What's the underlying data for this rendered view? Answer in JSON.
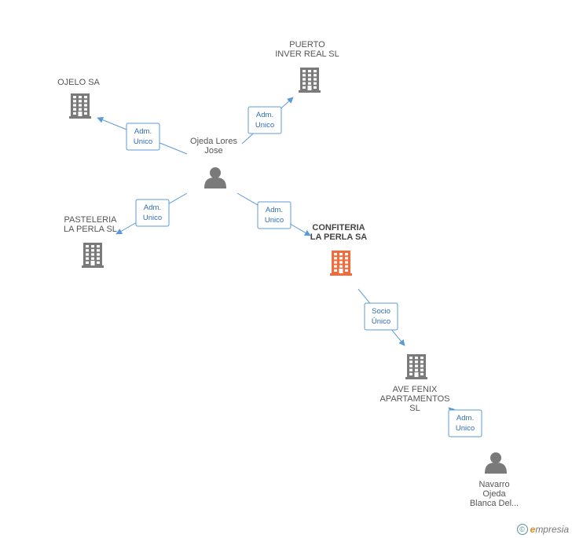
{
  "colors": {
    "edge": "#5b9bd5",
    "node": "#7a7a7a",
    "highlight": "#f26b3a",
    "badge_text": "#2f6db5"
  },
  "nodes": [
    {
      "id": "jose",
      "kind": "person",
      "lines": [
        "Ojeda Lores",
        "Jose"
      ]
    },
    {
      "id": "puerto",
      "kind": "company",
      "lines": [
        "PUERTO",
        "INVER REAL SL"
      ]
    },
    {
      "id": "ojelo",
      "kind": "company",
      "lines": [
        "OJELO SA"
      ]
    },
    {
      "id": "pasteleria",
      "kind": "company",
      "lines": [
        "PASTELERIA",
        "LA PERLA SL"
      ]
    },
    {
      "id": "confiteria",
      "kind": "company",
      "highlight": true,
      "lines": [
        "CONFITERIA",
        "LA PERLA SA"
      ]
    },
    {
      "id": "avefenix",
      "kind": "company",
      "lines": [
        "AVE FENIX",
        "APARTAMENTOS",
        "SL"
      ]
    },
    {
      "id": "navarro",
      "kind": "person",
      "lines": [
        "Navarro",
        "Ojeda",
        "Blanca Del..."
      ]
    }
  ],
  "edges": [
    {
      "from": "jose",
      "to": "puerto",
      "label": [
        "Adm.",
        "Unico"
      ]
    },
    {
      "from": "jose",
      "to": "ojelo",
      "label": [
        "Adm.",
        "Unico"
      ]
    },
    {
      "from": "jose",
      "to": "pasteleria",
      "label": [
        "Adm.",
        "Unico"
      ]
    },
    {
      "from": "jose",
      "to": "confiteria",
      "label": [
        "Adm.",
        "Unico"
      ]
    },
    {
      "from": "confiteria",
      "to": "avefenix",
      "label": [
        "Socio",
        "Único"
      ]
    },
    {
      "from": "navarro",
      "to": "avefenix",
      "label": [
        "Adm.",
        "Unico"
      ]
    }
  ],
  "footer": {
    "copyright_symbol": "©",
    "brand_initial": "e",
    "brand_rest": "mpresia"
  }
}
